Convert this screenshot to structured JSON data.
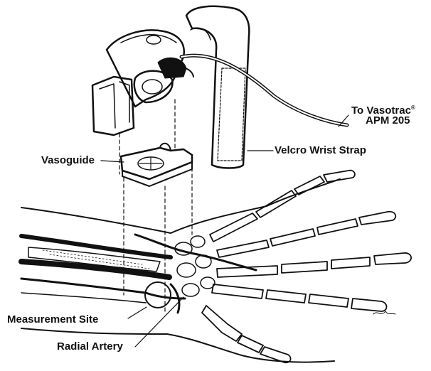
{
  "labels": {
    "to_device_line1": "To Vasotrac",
    "to_device_trademark": "®",
    "to_device_line2": "APM 205",
    "strap": "Velcro Wrist Strap",
    "vasoguide": "Vasoguide",
    "measurement_site": "Measurement Site",
    "radial_artery": "Radial Artery"
  },
  "colors": {
    "ink": "#111111",
    "background": "#ffffff"
  }
}
